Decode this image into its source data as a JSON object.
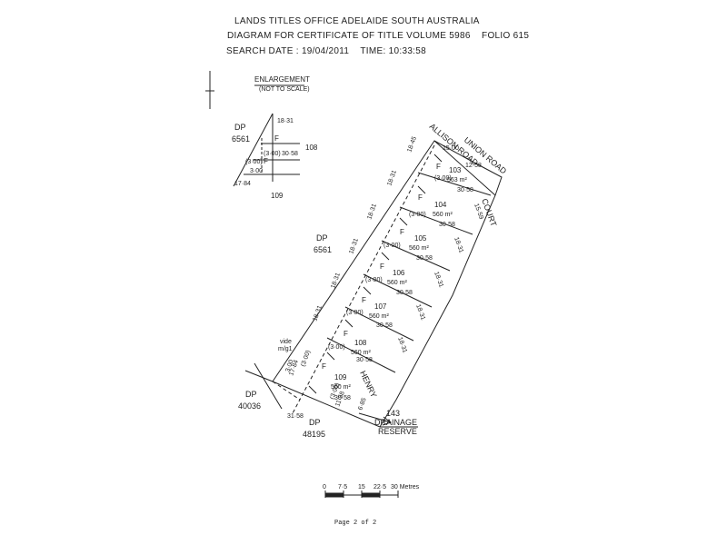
{
  "header": {
    "office": "LANDS TITLES OFFICE ADELAIDE SOUTH AUSTRALIA",
    "diagram_label": "DIAGRAM FOR CERTIFICATE OF TITLE VOLUME",
    "volume": "5986",
    "folio_label": "FOLIO",
    "folio": "615",
    "search_date_label": "SEARCH DATE :",
    "search_date": "19/04/2011",
    "time_label": "TIME:",
    "time": "10:33:58"
  },
  "enlargement": {
    "title": "ENLARGEMENT",
    "note": "(NOT TO SCALE)",
    "dp_label": "DP",
    "dp_number": "6561",
    "lot_a": "108",
    "lot_b": "109",
    "f_a": "F",
    "f_b": "F",
    "dim_a": "(3·00)",
    "dim_b": "(3·00)",
    "dim_c": "3·00",
    "dim_d": "30·58",
    "dim_e": "18·31",
    "dim_f": "17·84"
  },
  "streets": {
    "allison": "ALLISON ROAD",
    "union": "UNION ROAD",
    "court": "COURT",
    "henry": "HENRY"
  },
  "neighbours": {
    "dp_6561_label": "DP",
    "dp_6561": "6561",
    "dp_40036_label": "DP",
    "dp_40036": "40036",
    "dp_48195_label": "DP",
    "dp_48195": "48195",
    "reserve_no": "143",
    "reserve_1": "DRAINAGE",
    "reserve_2": "RESERVE",
    "vide": "vide",
    "vide_2": "m/g1"
  },
  "lots": [
    {
      "id": "103",
      "area": "563 m²",
      "f": "F",
      "dim": "(3·00)",
      "depth": "30·58",
      "side": "18·45",
      "front": "15·00"
    },
    {
      "id": "104",
      "area": "560 m²",
      "f": "F",
      "dim": "(3·00)",
      "depth": "30·58",
      "side": "18·31",
      "front": "15·59"
    },
    {
      "id": "105",
      "area": "560 m²",
      "f": "F",
      "dim": "(3·00)",
      "depth": "30·58",
      "side": "18·31",
      "front": "18·31"
    },
    {
      "id": "106",
      "area": "560 m²",
      "f": "F",
      "dim": "(3·00)",
      "depth": "30·58",
      "side": "18·31",
      "front": "18·31"
    },
    {
      "id": "107",
      "area": "560 m²",
      "f": "F",
      "dim": "(3·00)",
      "depth": "30·58",
      "side": "18·31",
      "front": "18·31"
    },
    {
      "id": "108",
      "area": "560 m²",
      "f": "F",
      "dim": "(3·00)",
      "depth": "30·58",
      "side": "18·31",
      "front": "18·31"
    },
    {
      "id": "109",
      "area": "560 m²",
      "f": "F",
      "dim": "(3·00)",
      "depth": "30·58",
      "side": "17·84",
      "front": "6·85"
    }
  ],
  "extra_dims": {
    "d1": "12·58",
    "d2": "31·58",
    "d3": "(3·00)",
    "d4": "11·58",
    "d5": "3·00"
  },
  "scale": {
    "ticks": [
      "0",
      "7·5",
      "15",
      "22·5",
      "30 Metres"
    ]
  },
  "footer": {
    "page": "Page 2 of 2"
  }
}
